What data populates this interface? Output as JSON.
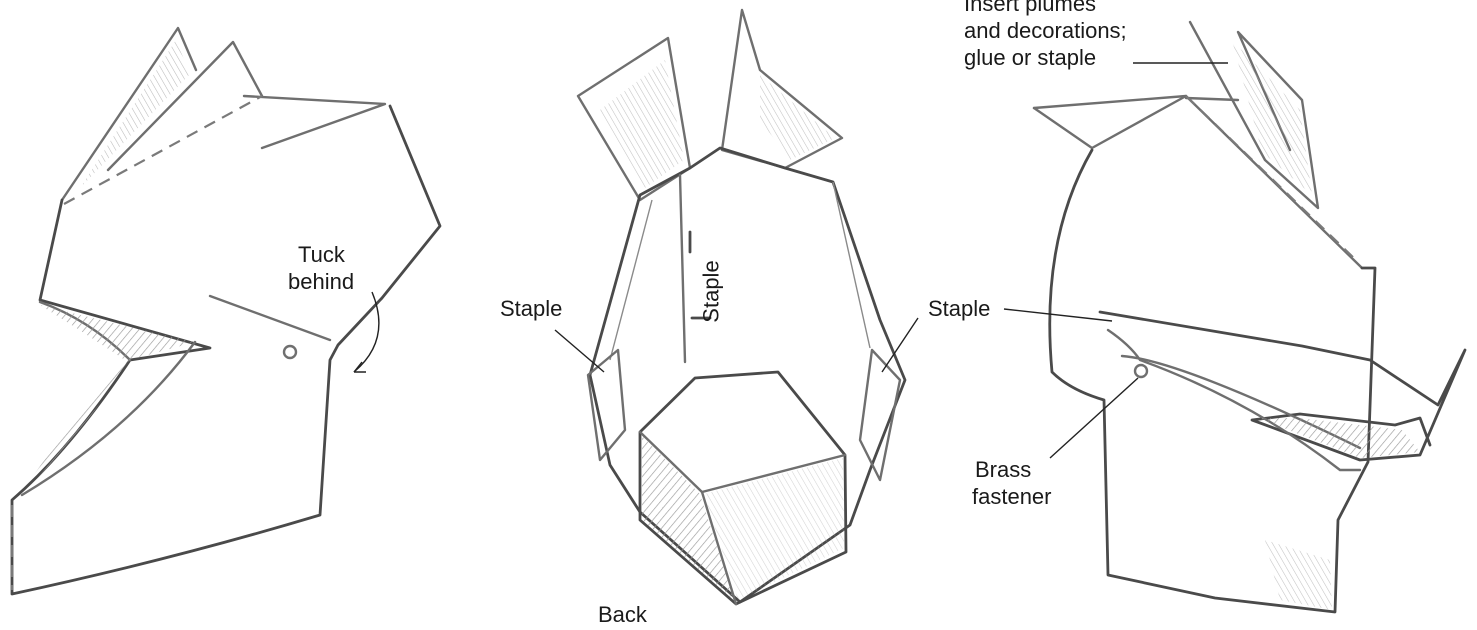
{
  "colors": {
    "pencil": "#6f6f6f",
    "text": "#1a1a1a",
    "shade": "#d9d9d9"
  },
  "labels": {
    "tuck_behind": [
      "Tuck",
      "behind"
    ],
    "staple_left": "Staple",
    "staple_center": "Staple",
    "staple_right": "Staple",
    "back": "Back",
    "insert_plumes": [
      "Insert plumes",
      "and decorations;",
      "glue or staple"
    ],
    "brass_fastener": [
      "Brass",
      "fastener"
    ]
  }
}
